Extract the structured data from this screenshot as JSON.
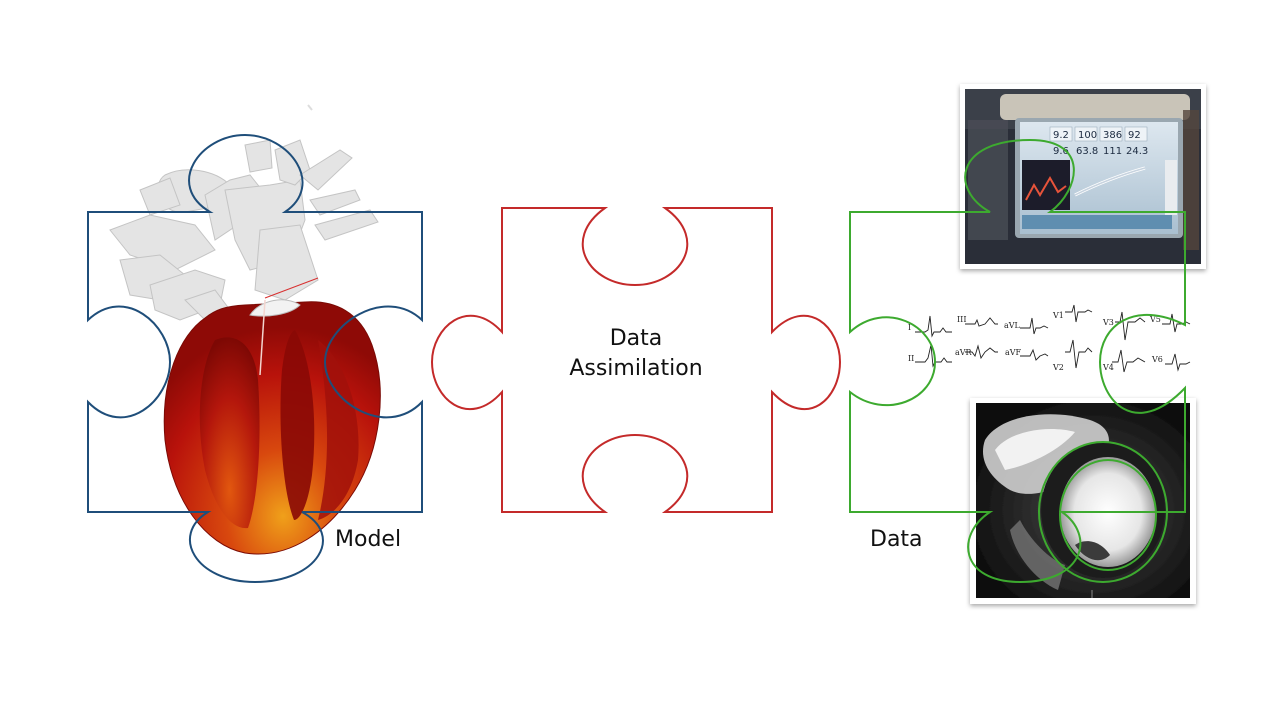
{
  "labels": {
    "model": "Model",
    "data_assimilation_line1": "Data",
    "data_assimilation_line2": "Assimilation",
    "data": "Data"
  },
  "colors": {
    "model_piece": "#1f4e7a",
    "assimilation_piece": "#c42a2a",
    "data_piece": "#3daa2f",
    "heart_red": "#c0150c"
  },
  "ecg": {
    "leads": [
      "I",
      "III",
      "aVL",
      "V1",
      "V3",
      "V5",
      "II",
      "aVR",
      "aVF",
      "V2",
      "V4",
      "V6"
    ]
  },
  "monitor": {
    "top_values": [
      "9.2",
      "100",
      "386",
      "92"
    ],
    "bottom_values": [
      "9.6",
      "63.8",
      "111",
      "24.3"
    ]
  },
  "icons": {
    "heart_model": "heart-mesh-icon",
    "bedside_monitor": "monitor-photo-icon",
    "mri_slice": "mri-slice-icon",
    "ecg_trace": "ecg-trace-icon"
  }
}
